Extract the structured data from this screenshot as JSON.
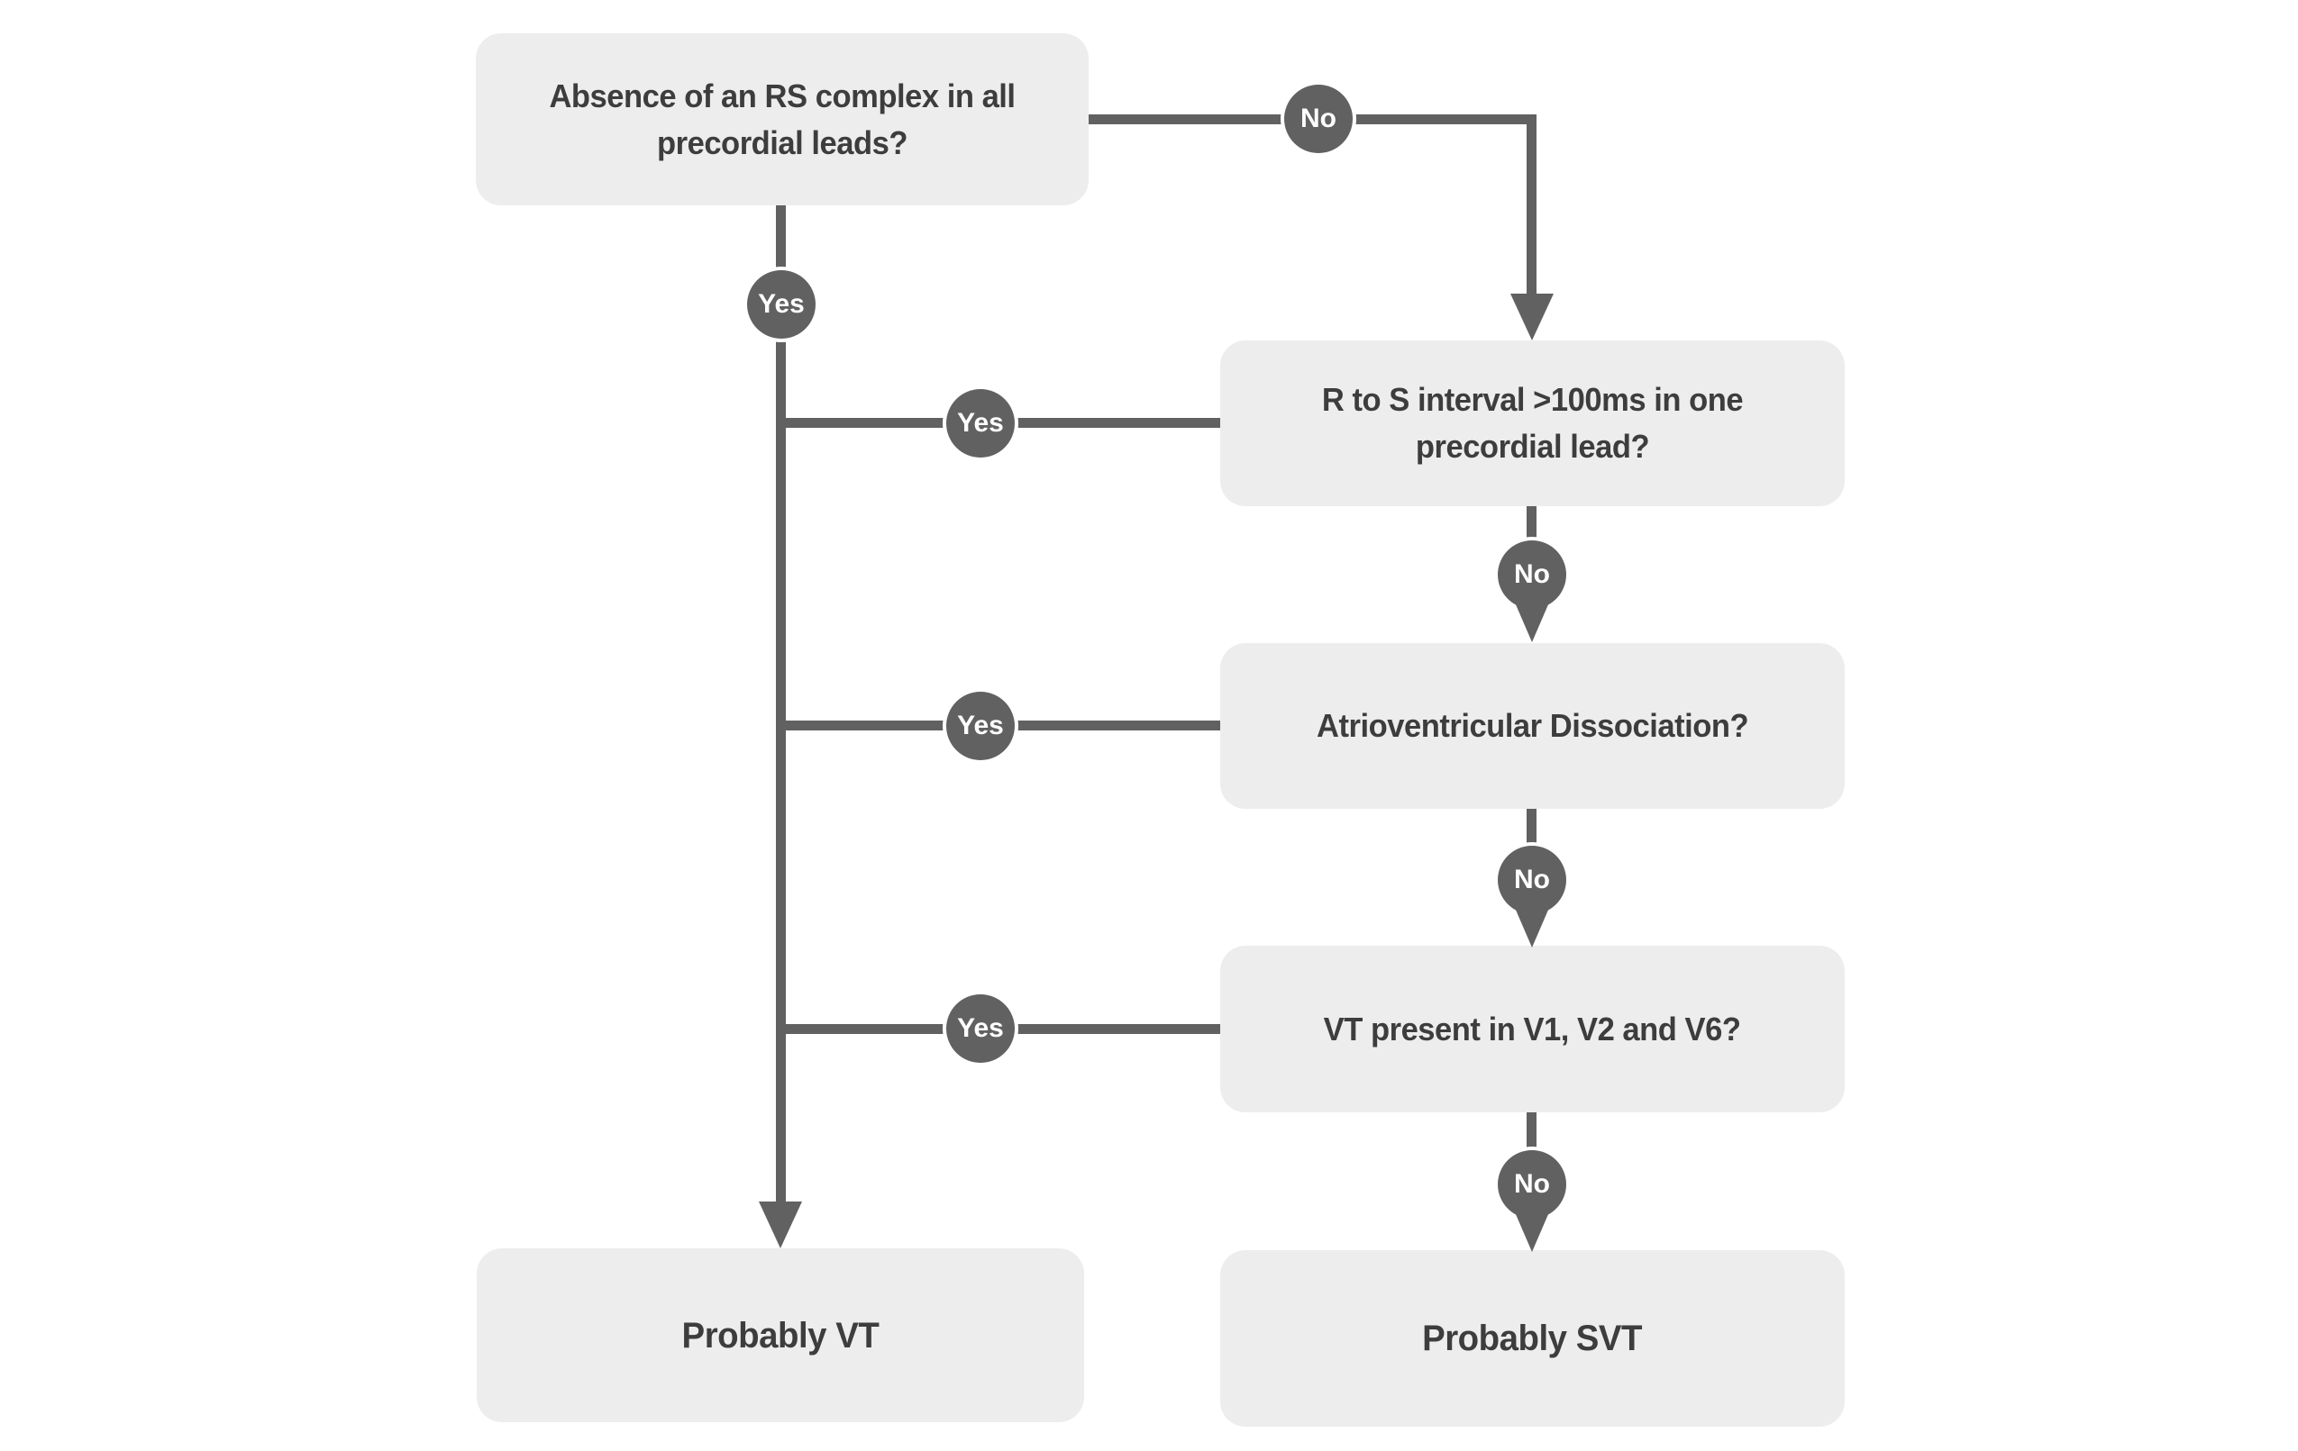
{
  "canvas": {
    "background": "#ffffff"
  },
  "colors": {
    "box_fill": "#ededed",
    "box_text": "#3d3d3d",
    "connector": "#616161",
    "badge_fill": "#616161",
    "badge_text": "#ffffff"
  },
  "nodes": {
    "q1": {
      "label": "Absence of an RS complex in all precordial leads?",
      "type": "question"
    },
    "q2": {
      "label": "R to S interval >100ms in one precordial lead?",
      "type": "question"
    },
    "q3": {
      "label": "Atrioventricular Dissociation?",
      "type": "question"
    },
    "q4": {
      "label": "VT present in V1, V2 and V6?",
      "type": "question"
    },
    "vt": {
      "label": "Probably VT",
      "type": "result"
    },
    "svt": {
      "label": "Probably SVT",
      "type": "result"
    }
  },
  "badges": {
    "no_q1": {
      "label": "No"
    },
    "yes_q1": {
      "label": "Yes"
    },
    "yes_q2": {
      "label": "Yes"
    },
    "no_q2": {
      "label": "No"
    },
    "yes_q3": {
      "label": "Yes"
    },
    "no_q3": {
      "label": "No"
    },
    "yes_q4": {
      "label": "Yes"
    },
    "no_q4": {
      "label": "No"
    }
  },
  "edges": [
    {
      "from": "q1",
      "to": "q2",
      "label": "No"
    },
    {
      "from": "q1",
      "to": "vt",
      "label": "Yes"
    },
    {
      "from": "q2",
      "to": "vt",
      "label": "Yes"
    },
    {
      "from": "q2",
      "to": "q3",
      "label": "No"
    },
    {
      "from": "q3",
      "to": "vt",
      "label": "Yes"
    },
    {
      "from": "q3",
      "to": "q4",
      "label": "No"
    },
    {
      "from": "q4",
      "to": "vt",
      "label": "Yes"
    },
    {
      "from": "q4",
      "to": "svt",
      "label": "No"
    }
  ]
}
